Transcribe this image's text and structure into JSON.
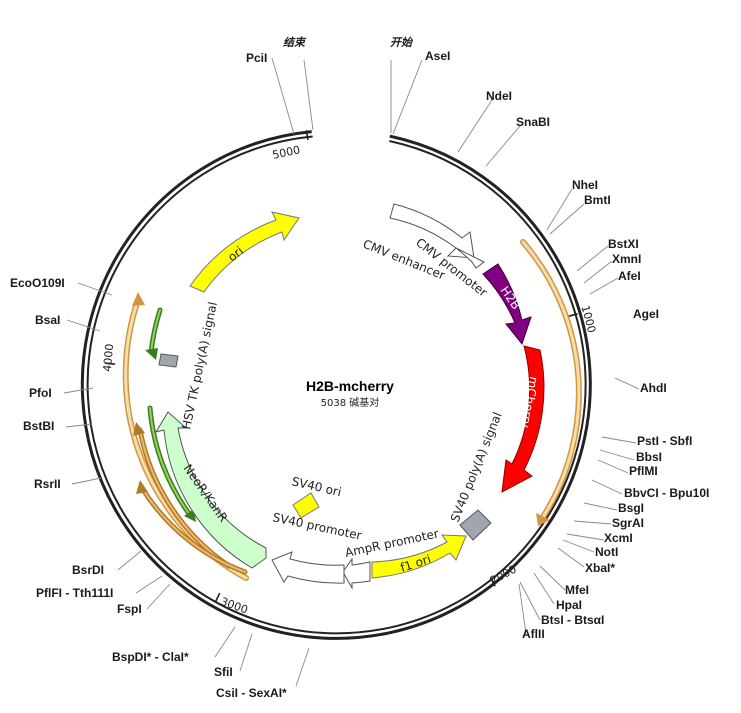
{
  "title": "H2B-mcherry",
  "length_label": "5038 碱基对",
  "total_bp": 5038,
  "start_label": "开始",
  "end_label": "结束",
  "ticks": [
    {
      "pos": 1000,
      "label": "1000"
    },
    {
      "pos": 2000,
      "label": "2000"
    },
    {
      "pos": 3000,
      "label": "3000"
    },
    {
      "pos": 4000,
      "label": "4000"
    },
    {
      "pos": 5000,
      "label": "5000"
    }
  ],
  "sites": [
    {
      "name": "AseI"
    },
    {
      "name": "NdeI"
    },
    {
      "name": "SnaBI"
    },
    {
      "name": "NheI"
    },
    {
      "name": "BmtI"
    },
    {
      "name": "BstXI"
    },
    {
      "name": "XmnI"
    },
    {
      "name": "AfeI"
    },
    {
      "name": "AgeI"
    },
    {
      "name": "AhdI"
    },
    {
      "name": "PstI - SbfI"
    },
    {
      "name": "BbsI"
    },
    {
      "name": "PflMI"
    },
    {
      "name": "BbvCI - Bpu10I"
    },
    {
      "name": "BsgI"
    },
    {
      "name": "SgrAI"
    },
    {
      "name": "XcmI"
    },
    {
      "name": "NotI"
    },
    {
      "name": "XbaI*"
    },
    {
      "name": "MfeI"
    },
    {
      "name": "HpaI"
    },
    {
      "name": "BtsI - BtsαI"
    },
    {
      "name": "AflII"
    },
    {
      "name": "CsiI - SexAI*"
    },
    {
      "name": "SfiI"
    },
    {
      "name": "BspDI* - ClaI*"
    },
    {
      "name": "FspI"
    },
    {
      "name": "PflFI - Tth111I"
    },
    {
      "name": "BsrDI"
    },
    {
      "name": "RsrII"
    },
    {
      "name": "BstBI"
    },
    {
      "name": "PfoI"
    },
    {
      "name": "BsaI"
    },
    {
      "name": "EcoO109I"
    },
    {
      "name": "PciI"
    }
  ],
  "features": [
    {
      "name": "CMV enhancer",
      "color": "#ffffff"
    },
    {
      "name": "CMV promoter",
      "color": "#ffffff"
    },
    {
      "name": "H2B",
      "color": "#800080"
    },
    {
      "name": "mCherry",
      "color": "#ff0000"
    },
    {
      "name": "SV40 poly(A) signal",
      "color": "#a0a0a0"
    },
    {
      "name": "f1 ori",
      "color": "#ffff00"
    },
    {
      "name": "AmpR promoter",
      "color": "#ffffff"
    },
    {
      "name": "SV40 promoter",
      "color": "#ffffff"
    },
    {
      "name": "SV40 ori",
      "color": "#ffff00"
    },
    {
      "name": "NeoR/KanR",
      "color": "#ccffcc"
    },
    {
      "name": "HSV TK poly(A) signal",
      "color": "#a0a0a0"
    },
    {
      "name": "ori",
      "color": "#ffff00"
    }
  ],
  "colors": {
    "backbone": "#222222",
    "orf_fill": "#f5d7a8",
    "orf_edge": "#b07a26",
    "green_orf": "#7ec850"
  }
}
